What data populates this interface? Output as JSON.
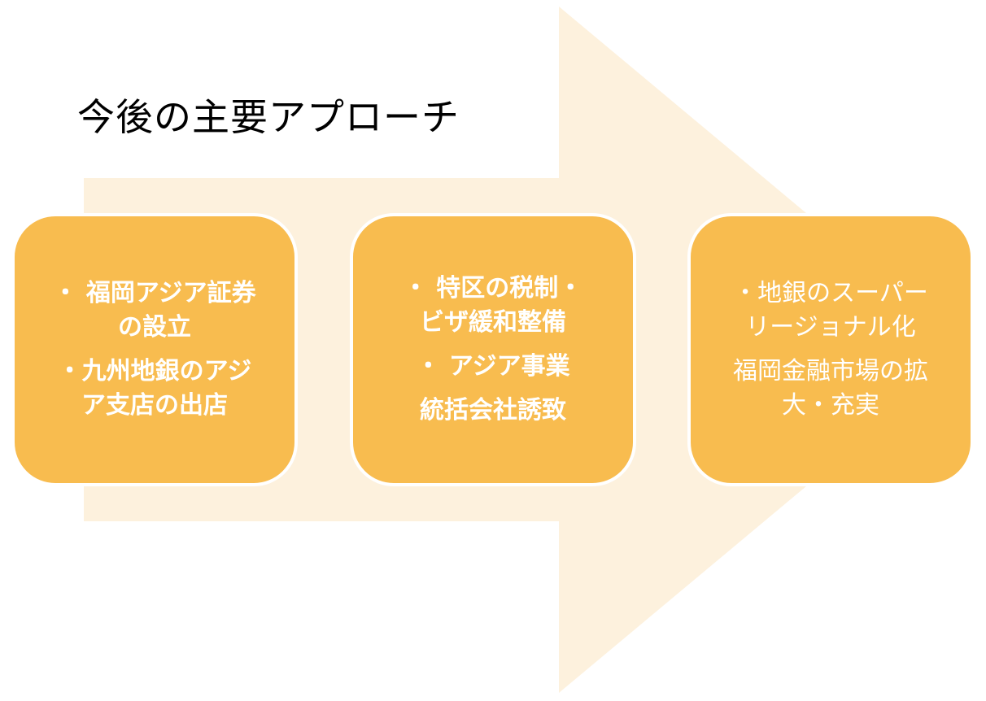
{
  "title": "今後の主要アプローチ",
  "colors": {
    "arrow": "#fdf1dd",
    "box": "#f8bc4f",
    "box_text": "#ffffff",
    "title_text": "#000000"
  },
  "steps": [
    {
      "lines": [
        "・ 福岡アジア証券",
        "の設立",
        "・九州地銀のアジ",
        "ア支店の出店"
      ]
    },
    {
      "lines": [
        "・ 特区の税制・",
        "ビザ緩和整備",
        "・ アジア事業",
        "統括会社誘致"
      ]
    },
    {
      "lines": [
        "・地銀のスーパー",
        "リージョナル化",
        "福岡金融市場の拡",
        "大・充実"
      ]
    }
  ]
}
